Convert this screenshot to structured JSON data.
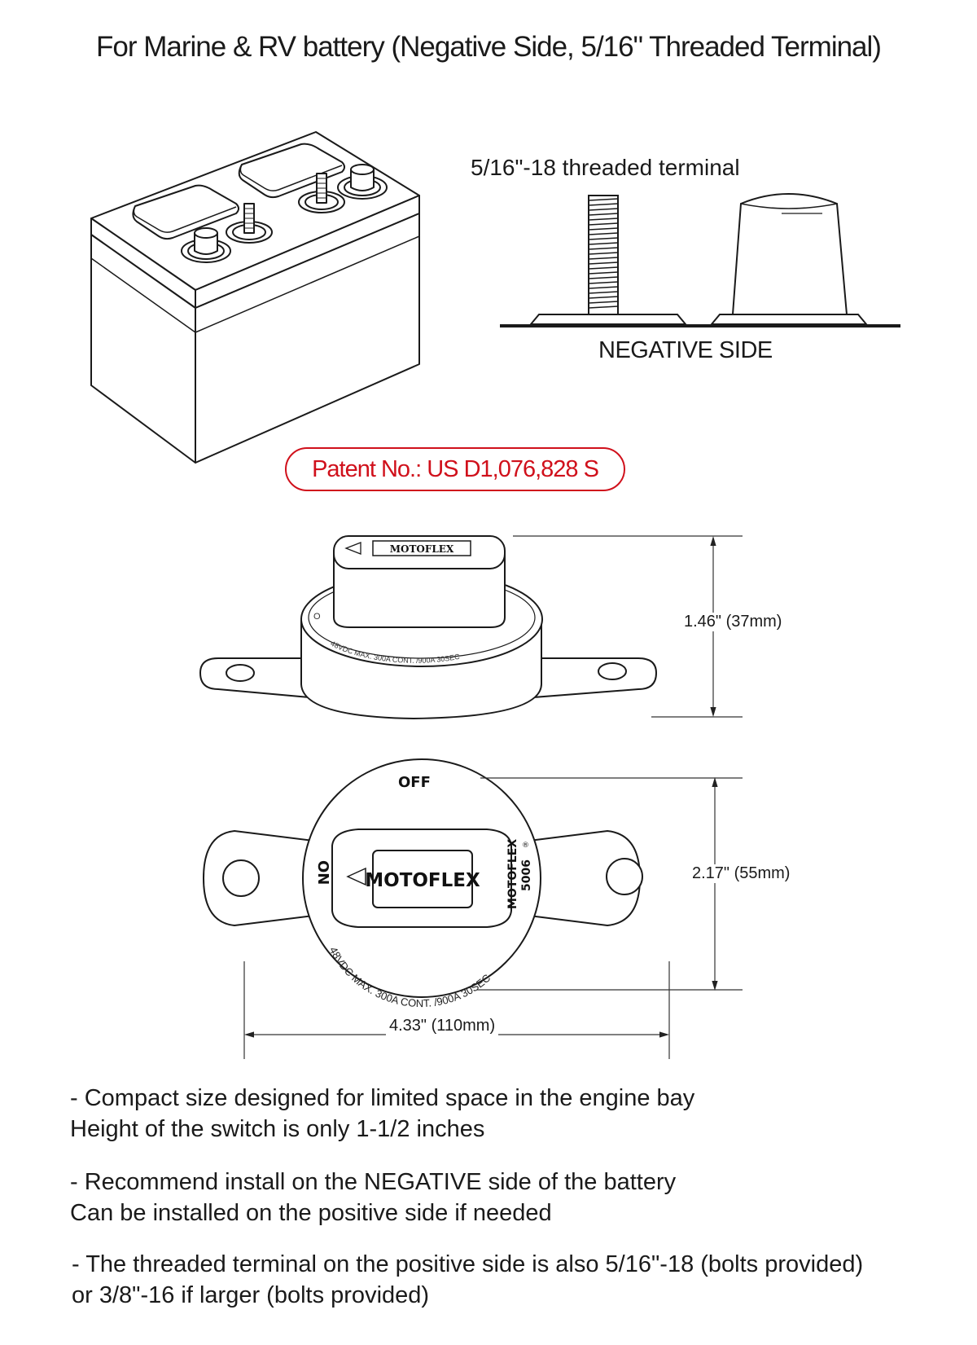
{
  "title": "For Marine & RV battery (Negative Side, 5/16\" Threaded Terminal)",
  "terminal_label": "5/16\"-18 threaded terminal",
  "negative_side_label": "NEGATIVE SIDE",
  "patent": "Patent No.: US D1,076,828 S",
  "switch": {
    "brand": "MOTOFLEX",
    "model": "5006",
    "brand_side": "MOTOFLEX",
    "off_label": "OFF",
    "on_label": "ON",
    "rating": "48VDC MAX. 300A CONT. /900A 30SEC"
  },
  "dimensions": {
    "height": "1.46\" (37mm)",
    "width": "2.17\" (55mm)",
    "length": "4.33\" (110mm)"
  },
  "notes": [
    {
      "line1": "- Compact size designed for limited space in the engine bay",
      "line2": "Height of the switch is only 1-1/2 inches"
    },
    {
      "line1": "- Recommend install on the NEGATIVE side of the battery",
      "line2": "Can be installed on the positive side if needed"
    },
    {
      "line1": "- The threaded terminal on the positive side is also 5/16\"-18 (bolts provided)",
      "line2": "or 3/8\"-16 if larger (bolts provided)"
    }
  ],
  "colors": {
    "line": "#1a1a1a",
    "accent": "#d0101b"
  }
}
